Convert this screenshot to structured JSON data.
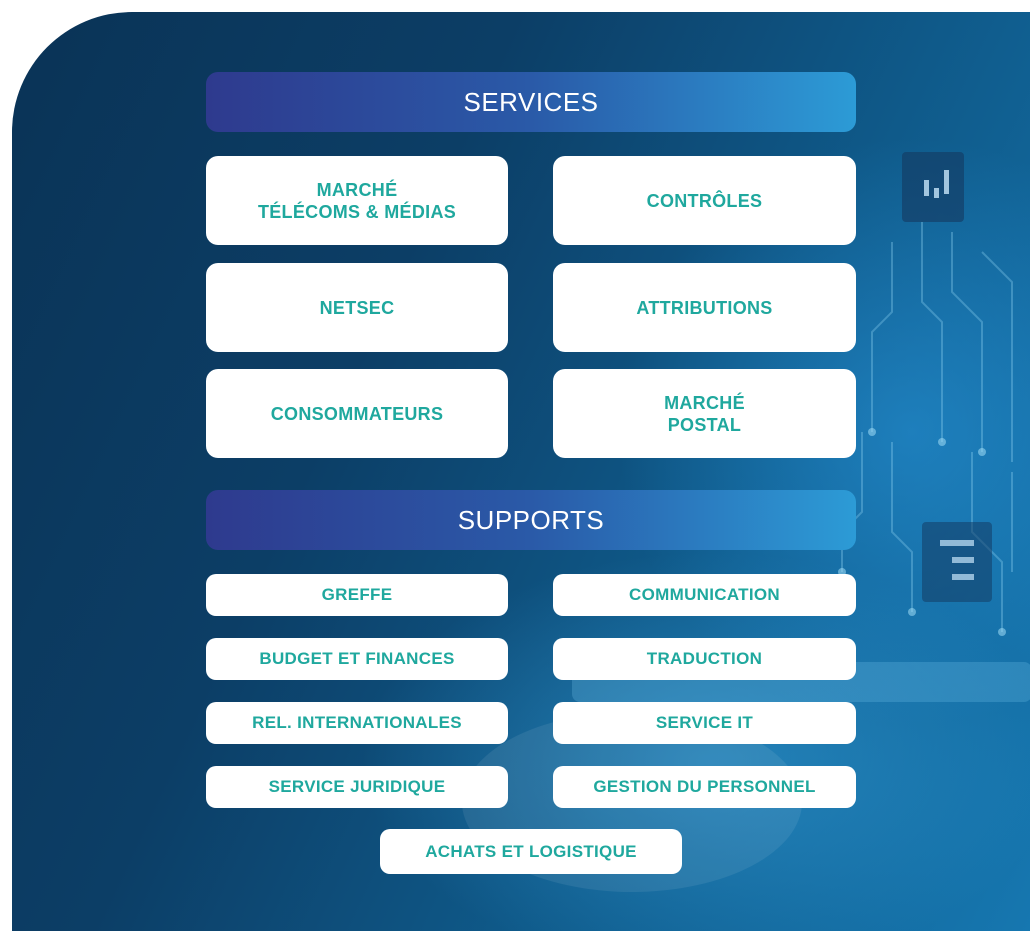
{
  "services": {
    "title": "SERVICES",
    "items": [
      "MARCHÉ\nTÉLÉCOMS & MÉDIAS",
      "CONTRÔLES",
      "NETSEC",
      "ATTRIBUTIONS",
      "CONSOMMATEURS",
      "MARCHÉ\nPOSTAL"
    ]
  },
  "supports": {
    "title": "SUPPORTS",
    "items": [
      "GREFFE",
      "COMMUNICATION",
      "BUDGET ET FINANCES",
      "TRADUCTION",
      "REL. INTERNATIONALES",
      "SERVICE IT",
      "SERVICE JURIDIQUE",
      "GESTION DU PERSONNEL",
      "ACHATS ET LOGISTIQUE"
    ]
  },
  "colors": {
    "card_text": "#1fa89e",
    "header_start": "#2e3a8e",
    "header_end": "#2c9bd6",
    "background": "#0c3e66"
  }
}
